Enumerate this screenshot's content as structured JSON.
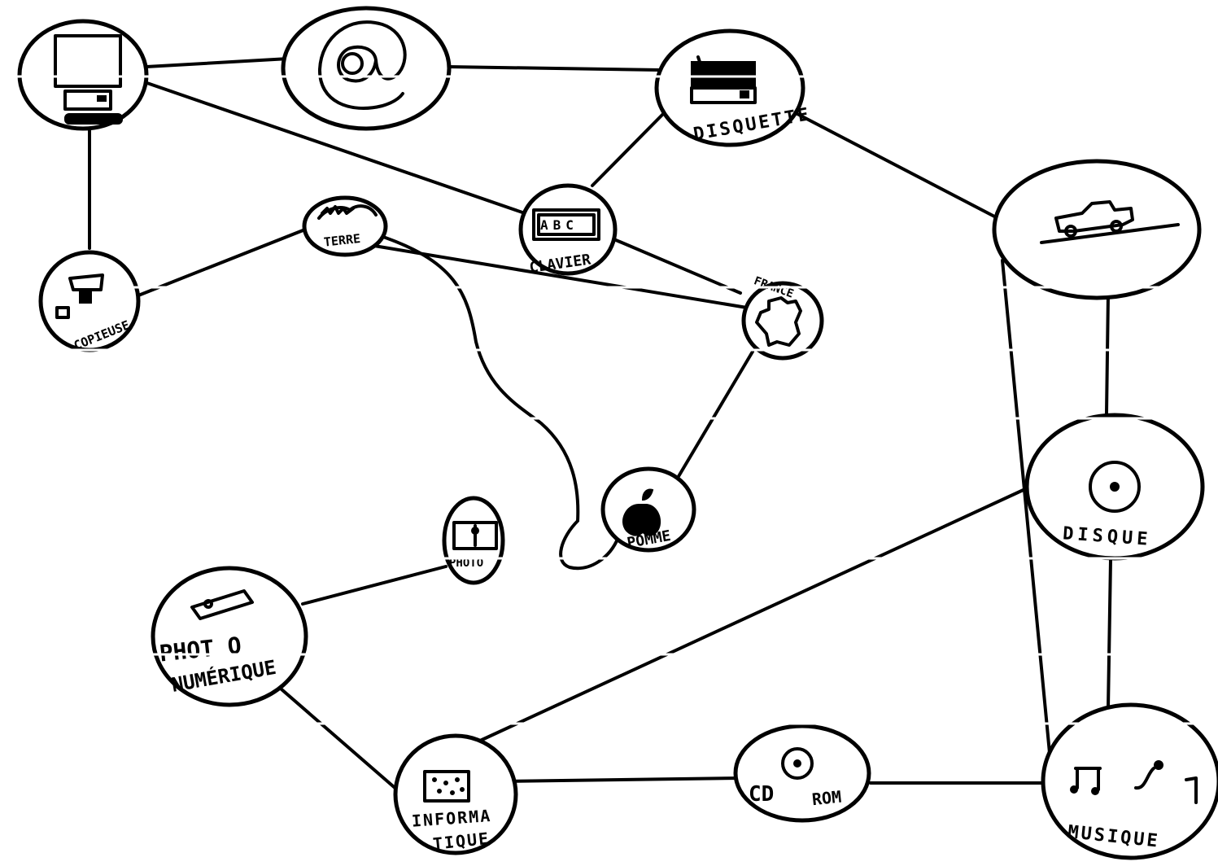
{
  "labels": {
    "disquette": "DISQUETTE",
    "clavier": "CLAVIER",
    "terre": "TERRE",
    "copieuse": "COPIEUSE",
    "france": "FRANCE",
    "pomme": "POMME",
    "photo_small": "PHOTO",
    "photo_numerique_line1": "PHOT O",
    "photo_numerique_line2": "NUMÉRIQUE",
    "disque": "DISQUE",
    "informatique_line1": "INFORMA",
    "informatique_line2": "TIQUE",
    "cd": "CD",
    "rom": "ROM",
    "musique": "MUSIQUE",
    "at_sign": "@",
    "keyboard_keys": "ABC"
  },
  "colors": {
    "ink": "#000000",
    "paper": "#ffffff"
  }
}
